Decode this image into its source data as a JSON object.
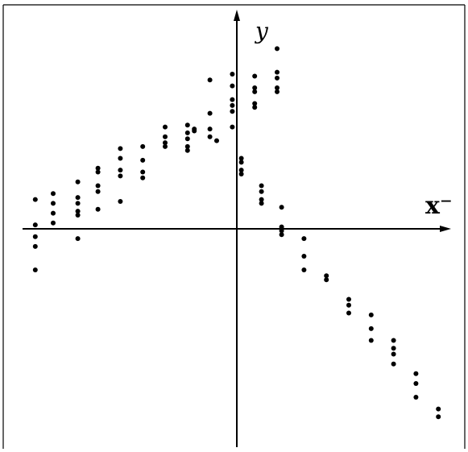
{
  "chart_data": {
    "type": "scatter",
    "xlabel": "x⁻",
    "ylabel": "y",
    "xlim": [
      -9.5,
      9.5
    ],
    "ylim": [
      -10.0,
      10.0
    ],
    "grid": false,
    "marker_color": "#000000",
    "axis_color": "#000000",
    "frame_color": "#000000",
    "series": [
      {
        "points": [
          [
            -9.0,
            1.5
          ],
          [
            -9.0,
            0.2
          ],
          [
            -9.0,
            -0.4
          ],
          [
            -9.0,
            -0.9
          ],
          [
            -9.0,
            -2.1
          ],
          [
            -8.2,
            1.8
          ],
          [
            -8.2,
            1.3
          ],
          [
            -8.2,
            0.8
          ],
          [
            -8.2,
            0.3
          ],
          [
            -7.1,
            2.4
          ],
          [
            -7.1,
            1.6
          ],
          [
            -7.1,
            1.3
          ],
          [
            -7.1,
            0.9
          ],
          [
            -7.1,
            0.7
          ],
          [
            -7.1,
            -0.5
          ],
          [
            -6.2,
            3.1
          ],
          [
            -6.2,
            2.9
          ],
          [
            -6.2,
            2.2
          ],
          [
            -6.2,
            1.9
          ],
          [
            -6.2,
            1.0
          ],
          [
            -5.2,
            4.1
          ],
          [
            -5.2,
            3.6
          ],
          [
            -5.2,
            3.0
          ],
          [
            -5.2,
            2.7
          ],
          [
            -5.2,
            1.4
          ],
          [
            -4.2,
            4.2
          ],
          [
            -4.2,
            3.5
          ],
          [
            -4.2,
            2.9
          ],
          [
            -4.2,
            2.6
          ],
          [
            -3.2,
            5.2
          ],
          [
            -3.2,
            4.7
          ],
          [
            -3.2,
            4.4
          ],
          [
            -3.2,
            4.2
          ],
          [
            -2.2,
            5.3
          ],
          [
            -2.2,
            4.9
          ],
          [
            -2.2,
            4.6
          ],
          [
            -2.2,
            4.2
          ],
          [
            -2.2,
            4.0
          ],
          [
            -1.9,
            5.1
          ],
          [
            -1.9,
            5.0
          ],
          [
            -1.2,
            7.6
          ],
          [
            -1.2,
            5.9
          ],
          [
            -1.2,
            5.1
          ],
          [
            -1.2,
            4.7
          ],
          [
            -0.9,
            4.5
          ],
          [
            -0.2,
            7.9
          ],
          [
            -0.2,
            7.3
          ],
          [
            -0.2,
            6.6
          ],
          [
            -0.2,
            6.3
          ],
          [
            -0.2,
            6.0
          ],
          [
            -0.2,
            5.2
          ],
          [
            0.2,
            3.6
          ],
          [
            0.2,
            3.4
          ],
          [
            0.2,
            3.0
          ],
          [
            0.2,
            2.8
          ],
          [
            0.8,
            7.8
          ],
          [
            0.8,
            7.2
          ],
          [
            0.8,
            7.0
          ],
          [
            0.8,
            6.4
          ],
          [
            0.8,
            6.2
          ],
          [
            1.1,
            2.2
          ],
          [
            1.1,
            1.9
          ],
          [
            1.1,
            1.5
          ],
          [
            1.1,
            1.3
          ],
          [
            1.8,
            9.2
          ],
          [
            1.8,
            8.0
          ],
          [
            1.8,
            7.7
          ],
          [
            1.8,
            7.2
          ],
          [
            1.8,
            7.0
          ],
          [
            2.0,
            1.1
          ],
          [
            2.0,
            0.1
          ],
          [
            2.0,
            -0.1
          ],
          [
            2.0,
            -0.3
          ],
          [
            3.0,
            -0.5
          ],
          [
            3.0,
            -1.4
          ],
          [
            3.0,
            -2.1
          ],
          [
            4.0,
            -2.4
          ],
          [
            4.0,
            -2.6
          ],
          [
            5.0,
            -3.6
          ],
          [
            5.0,
            -3.9
          ],
          [
            5.0,
            -4.3
          ],
          [
            6.0,
            -4.4
          ],
          [
            6.0,
            -5.1
          ],
          [
            6.0,
            -5.7
          ],
          [
            7.0,
            -5.7
          ],
          [
            7.0,
            -6.1
          ],
          [
            7.0,
            -6.4
          ],
          [
            7.0,
            -6.9
          ],
          [
            8.0,
            -7.4
          ],
          [
            8.0,
            -7.9
          ],
          [
            8.0,
            -8.6
          ],
          [
            9.0,
            -9.2
          ],
          [
            9.0,
            -9.6
          ]
        ]
      }
    ]
  }
}
